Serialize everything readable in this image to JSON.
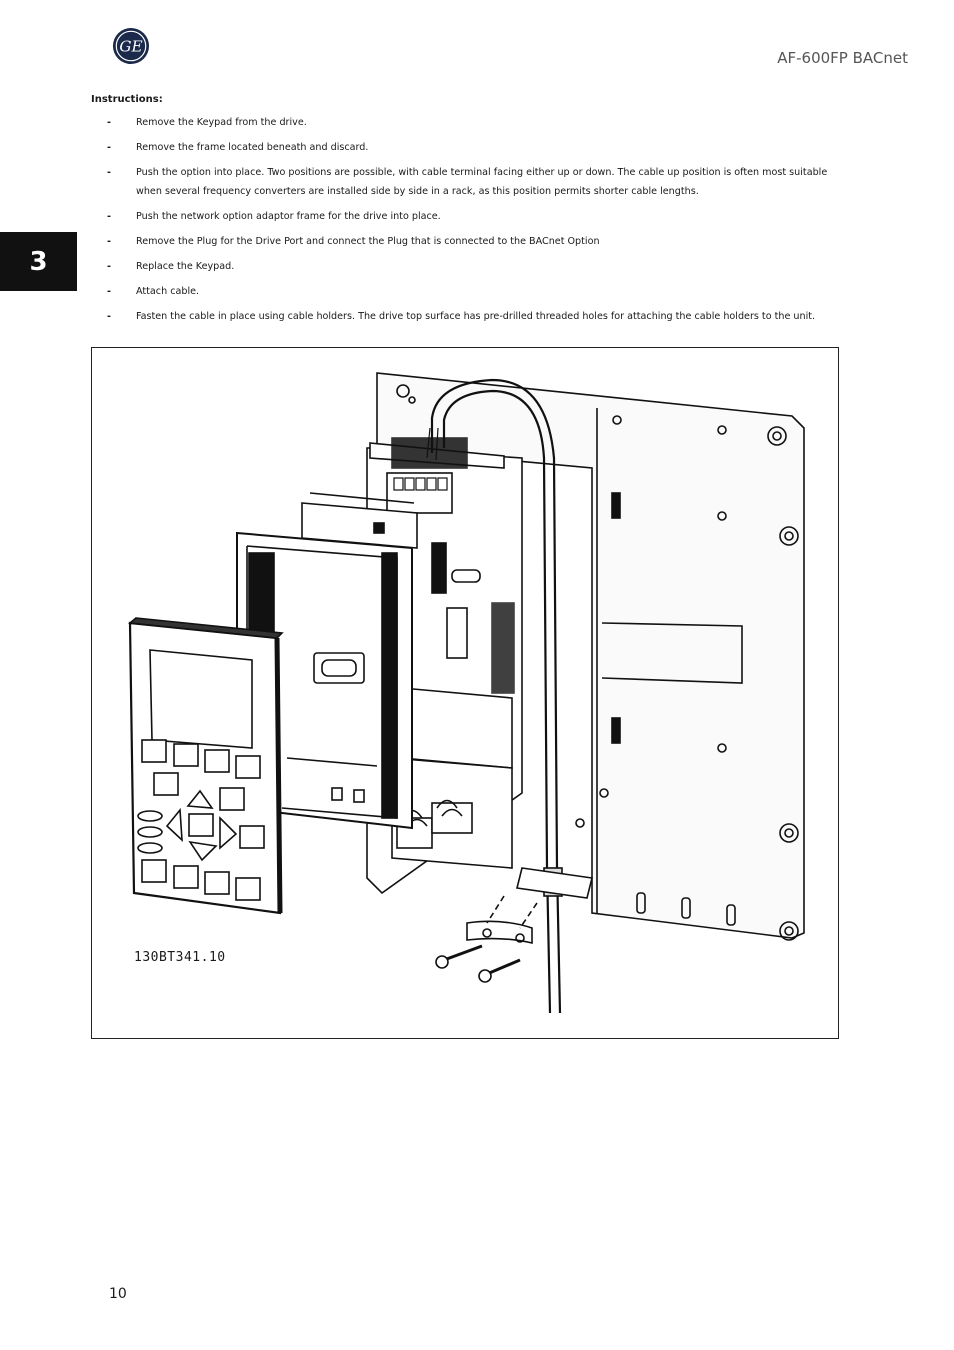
{
  "header": {
    "logo_text": "GE",
    "doc_title": "AF-600FP BACnet"
  },
  "chapter_tab": "3",
  "instructions": {
    "heading": "Instructions:",
    "bullet": "-",
    "items": [
      "Remove the Keypad from the drive.",
      "Remove the frame located beneath and discard.",
      "Push the option into place. Two positions are possible, with cable terminal facing either up or down. The cable up position is often most suitable when several frequency converters are installed side by side in a rack, as this position permits shorter cable lengths.",
      "Push the network option adaptor frame for the drive into place.",
      "Remove the Plug for the Drive Port and connect the Plug that is connected to the BACnet Option",
      "Replace the Keypad.",
      "Attach cable.",
      "Fasten the cable in place using cable holders. The drive top surface has pre-drilled threaded holes for attaching the cable holders to the unit."
    ]
  },
  "figure": {
    "code": "130BT341.10",
    "icons": [
      "ge-logo-icon",
      "keypad-illustration",
      "option-adaptor-frame",
      "drive-backplate",
      "cable",
      "cable-holder",
      "screw-icon"
    ]
  },
  "footer": {
    "page_number": "10"
  }
}
